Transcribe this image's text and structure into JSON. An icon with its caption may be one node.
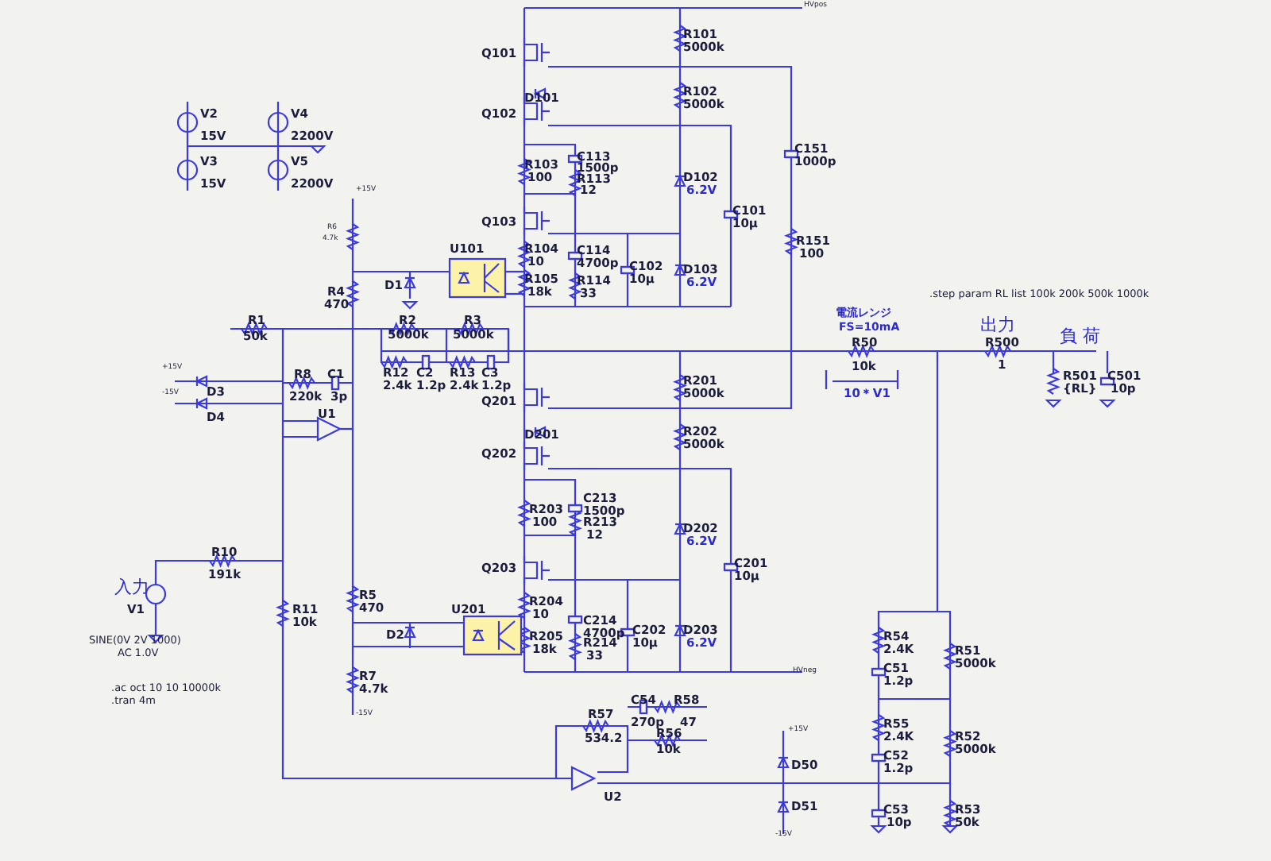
{
  "diagram": {
    "labels": [
      "HVpos",
      "Q101",
      "R101",
      "5000k",
      "D101",
      "Q102",
      "R102",
      "5000k",
      "V2",
      "15V",
      "V4",
      "2200V",
      "V3",
      "15V",
      "V5",
      "2200V",
      "C151",
      "1000p",
      "R103",
      "100",
      "C113",
      "1500p",
      "R113",
      "12",
      "D102",
      "6.2V",
      "C101",
      "10μ",
      "Q103",
      "+15V",
      "R6",
      "4.7k",
      "R151",
      "100",
      "R104",
      "10",
      "C114",
      "4700p",
      "C102",
      "10μ",
      "D103",
      "6.2V",
      "R105",
      "18k",
      "R114",
      "33",
      "U101",
      "D1",
      "R4",
      "470",
      ".step param RL list 100k 200k 500k 1000k",
      "電流レンジ",
      "FS=10mA",
      "出力",
      "R1",
      "50k",
      "R2",
      "5000k",
      "R3",
      "5000k",
      "R50",
      "負 荷",
      "R500",
      "1",
      "R12",
      "2.4k",
      "C2",
      "1.2p",
      "R13",
      "2.4k",
      "C3",
      "1.2p",
      "10k",
      "R501",
      "{RL}",
      "C501",
      "10p",
      "10＊V1",
      "+15V",
      "D3",
      "R8",
      "220k",
      "C1",
      "3p",
      "-15V",
      "D4",
      "R201",
      "5000k",
      "Q201",
      "U1",
      "D201",
      "R202",
      "5000k",
      "Q202",
      "C213",
      "1500p",
      "R203",
      "100",
      "R213",
      "12",
      "D202",
      "6.2V",
      "R10",
      "191k",
      "C201",
      "10μ",
      "Q203",
      "入力",
      "V1",
      "R5",
      "470",
      "R11",
      "10k",
      "R204",
      "10",
      "C214",
      "4700p",
      "U201",
      "C202",
      "10μ",
      "D203",
      "6.2V",
      "D2",
      "R205",
      "18k",
      "R214",
      "33",
      "SINE(0V 2V 1000)",
      "AC 1.0V",
      "HVneg",
      "R54",
      "2.4K",
      "R51",
      "5000k",
      "R7",
      "4.7k",
      "C51",
      "1.2p",
      ".ac oct 10 10 10000k",
      ".tran 4m",
      "-15V",
      "C54",
      "270p",
      "R58",
      "47",
      "R57",
      "534.2",
      "R56",
      "10k",
      "R55",
      "2.4K",
      "R52",
      "5000k",
      "C52",
      "1.2p",
      "+15V",
      "D50",
      "U2",
      "D51",
      "-15V",
      "C53",
      "10p",
      "R53",
      "50k"
    ]
  }
}
